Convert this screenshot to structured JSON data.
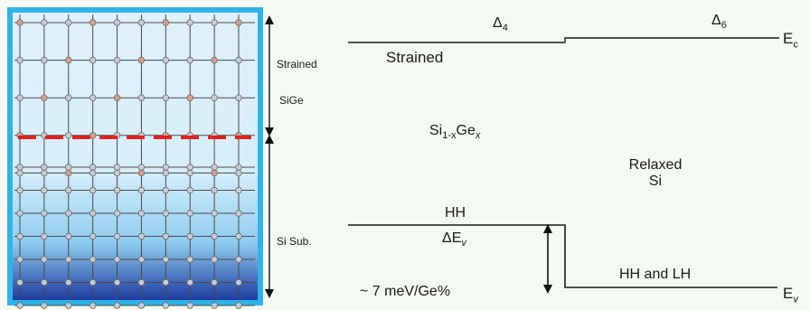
{
  "diagram": {
    "colors": {
      "background": "#f4f9f2",
      "frame_outer": "#2fb4e8",
      "frame_inner_top": "#dff1fa",
      "frame_inner_bottom": "#1f3a9e",
      "grid_line": "#4a4a4a",
      "atom_strained": "#d9a08c",
      "atom_relaxed": "#c9cdd6",
      "interface_dash": "#e0231e",
      "band_line": "#1a1a1a"
    },
    "lattice": {
      "columns": 10,
      "rows": 12,
      "strained_rows": 5,
      "interface": "misfit-interface-dashed-line"
    },
    "side_labels": {
      "strained": "Strained",
      "sige": "SiGe",
      "si_sub": "Si Sub."
    },
    "band_labels": {
      "delta4": "Δ",
      "delta4_sub": "4",
      "delta6": "Δ",
      "delta6_sub": "6",
      "ec": "E",
      "ec_sub": "c",
      "ev": "E",
      "ev_sub": "v",
      "strained": "Strained",
      "alloy_si": "Si",
      "alloy_sub": "1-x",
      "alloy_ge": "Ge",
      "alloy_x": "x",
      "relaxed_line1": "Relaxed",
      "relaxed_line2": "Si",
      "hh": "HH",
      "delta_ev": "ΔE",
      "delta_ev_sub": "v",
      "hh_lh": "HH and LH",
      "rate": "~ 7 meV/Ge%"
    }
  }
}
